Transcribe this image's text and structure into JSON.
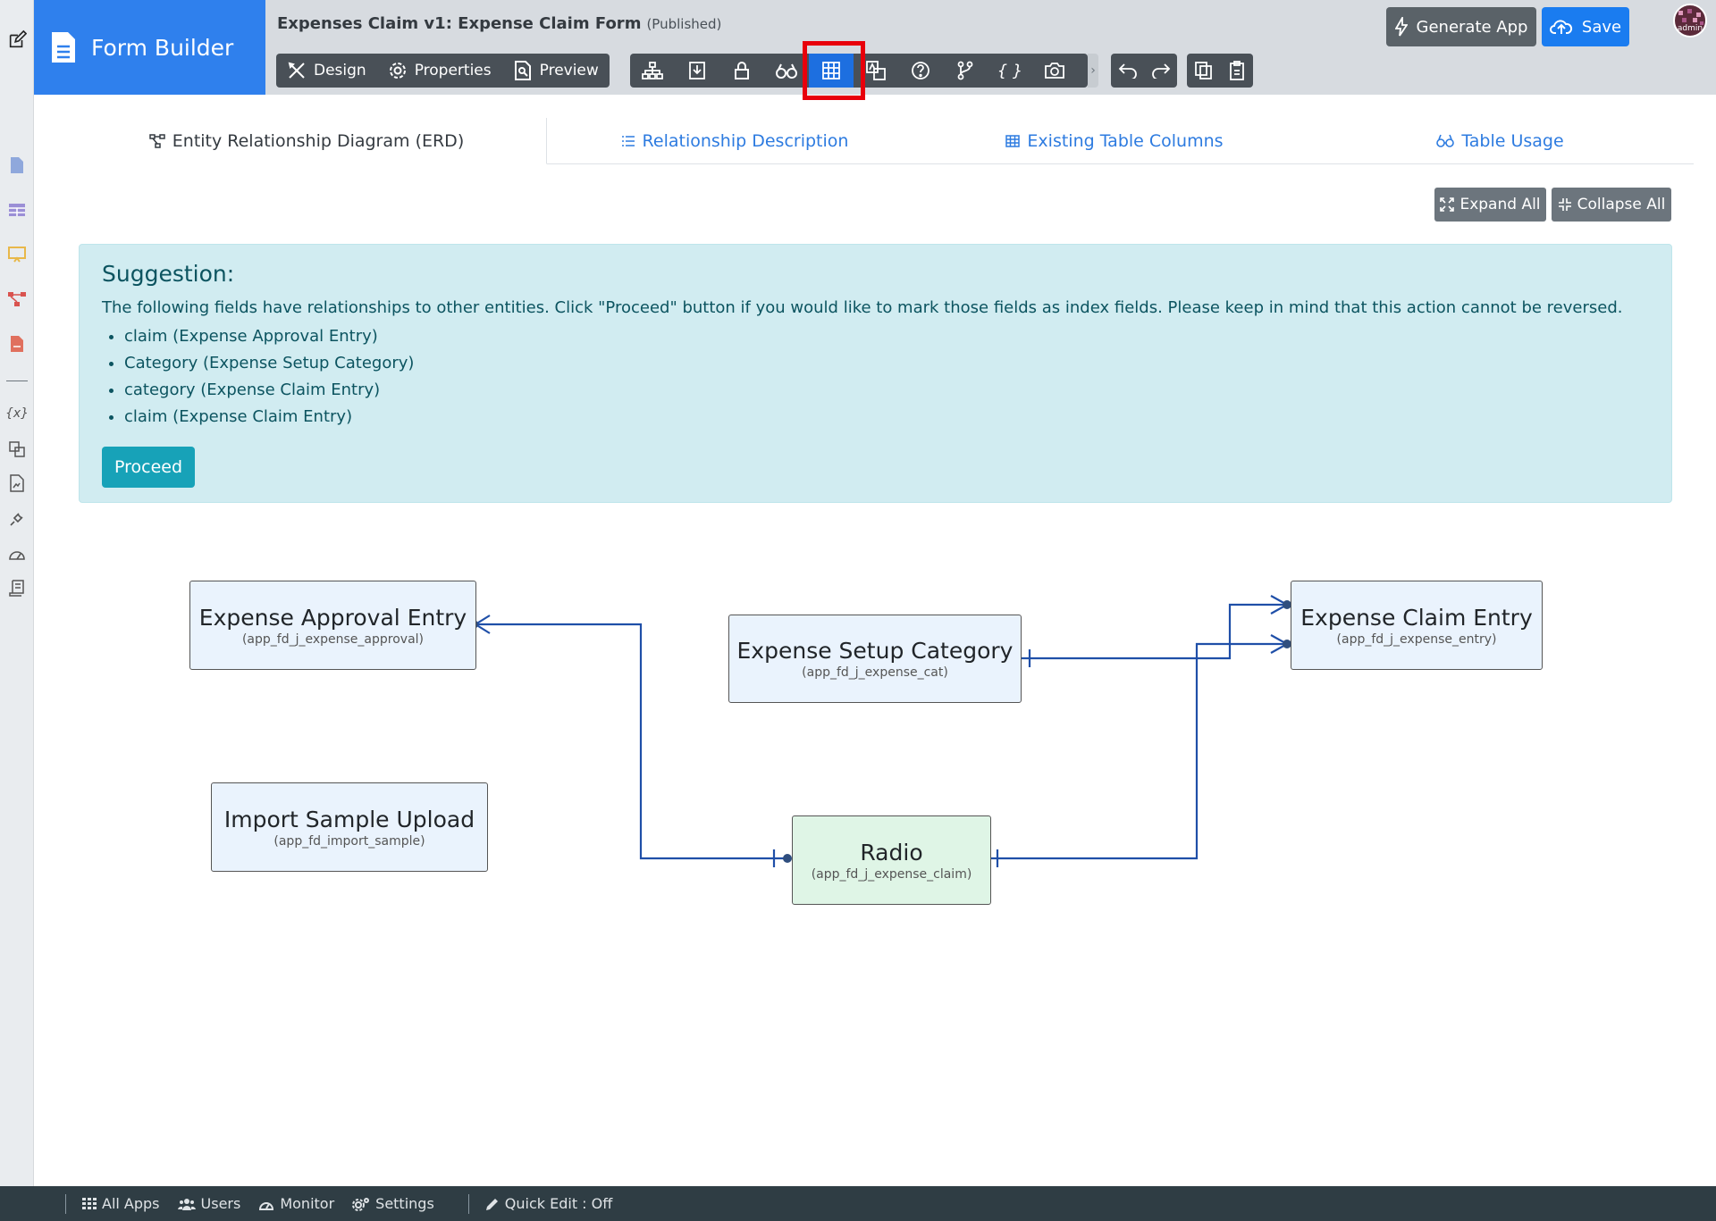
{
  "brand": {
    "title": "Form Builder"
  },
  "header": {
    "form_title": "Expenses Claim v1: Expense Claim Form",
    "status": "(Published)",
    "modes": [
      "Design",
      "Properties",
      "Preview"
    ],
    "generate_label": "Generate App",
    "save_label": "Save",
    "avatar_text": "admin"
  },
  "tabs": [
    {
      "label": "Entity Relationship Diagram (ERD)",
      "icon": "diagram-icon",
      "active": true
    },
    {
      "label": "Relationship Description",
      "icon": "list-icon"
    },
    {
      "label": "Existing Table Columns",
      "icon": "table-icon"
    },
    {
      "label": "Table Usage",
      "icon": "binoculars-icon"
    }
  ],
  "actions": {
    "expand": "Expand All",
    "collapse": "Collapse All"
  },
  "suggestion": {
    "heading": "Suggestion:",
    "description": "The following fields have relationships to other entities. Click \"Proceed\" button if you would like to mark those fields as index fields. Please keep in mind that this action cannot be reversed.",
    "items": [
      "claim (Expense Approval Entry)",
      "Category (Expense Setup Category)",
      "category (Expense Claim Entry)",
      "claim (Expense Claim Entry)"
    ],
    "proceed_label": "Proceed"
  },
  "entities": [
    {
      "name": "Expense Approval Entry",
      "table": "(app_fd_j_expense_approval)"
    },
    {
      "name": "Expense Setup Category",
      "table": "(app_fd_j_expense_cat)"
    },
    {
      "name": "Expense Claim Entry",
      "table": "(app_fd_j_expense_entry)"
    },
    {
      "name": "Import Sample Upload",
      "table": "(app_fd_import_sample)"
    },
    {
      "name": "Radio",
      "table": "(app_fd_j_expense_claim)"
    }
  ],
  "footer": {
    "all_apps": "All Apps",
    "users": "Users",
    "monitor": "Monitor",
    "settings": "Settings",
    "quick_edit": "Quick Edit : Off"
  },
  "colors": {
    "brand": "#2f80ed",
    "erd_line": "#1f4fa8",
    "highlight": "#e8000b"
  }
}
